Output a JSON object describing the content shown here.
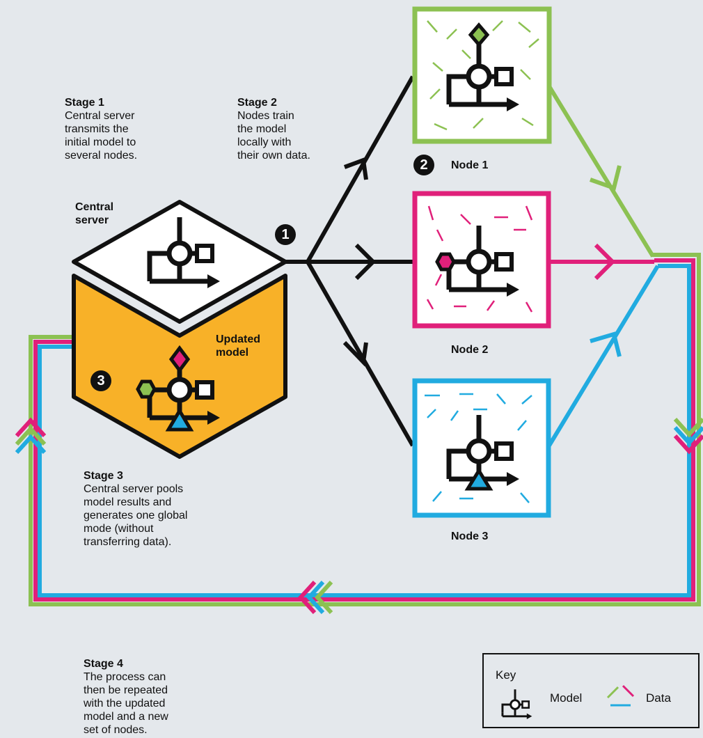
{
  "stages": [
    {
      "title": "Stage 1",
      "text": "Central server\ntransmits the\ninitial model to\nseveral nodes."
    },
    {
      "title": "Stage 2",
      "text": "Nodes train\nthe model\nlocally with\ntheir own data."
    },
    {
      "title": "Stage 3",
      "text": "Central server pools\nmodel results and\ngenerates one global\nmode (without\ntransferring data)."
    },
    {
      "title": "Stage 4",
      "text": "The process can\nthen be repeated\nwith the updated\nmodel and a new\nset of nodes."
    }
  ],
  "labels": {
    "central_server": "Central\nserver",
    "updated_model": "Updated\nmodel",
    "node1": "Node 1",
    "node2": "Node 2",
    "node3": "Node 3"
  },
  "badges": {
    "one": "1",
    "two": "2",
    "three": "3"
  },
  "key": {
    "title": "Key",
    "model": "Model",
    "data": "Data"
  },
  "colors": {
    "background": "#e4e8ec",
    "green": "#8cc152",
    "pink": "#e0207a",
    "blue": "#21abe0",
    "orange": "#f8b128",
    "ink": "#111111"
  }
}
